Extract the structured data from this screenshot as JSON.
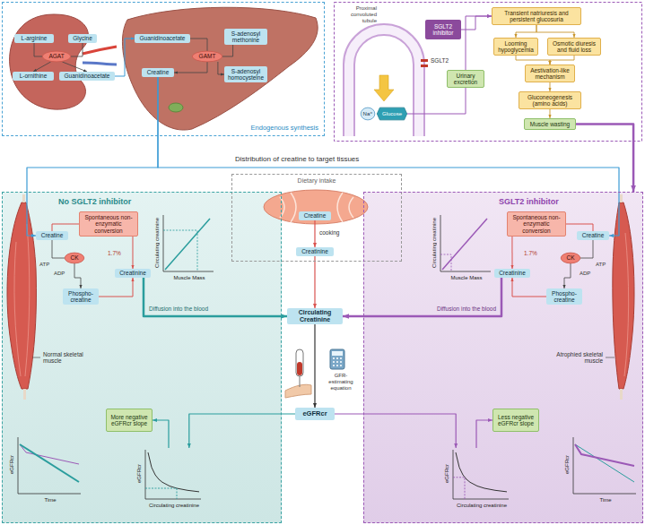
{
  "diagram": {
    "nodes": [
      {
        "text": [
          "Endogenous synthesis"
        ]
      },
      {
        "text": [
          "L-arginine"
        ],
        "in": 0
      },
      {
        "text": [
          "Glycine"
        ],
        "in": 0
      },
      {
        "text": [
          "AGAT"
        ],
        "in": 0
      },
      {
        "text": [
          "L-ornithine"
        ],
        "in": 0
      },
      {
        "text": [
          "Guanidinoacetate"
        ],
        "in": 0
      },
      {
        "text": [
          "Guanidinoacetate"
        ],
        "in": 0
      },
      {
        "text": [
          "S-adenosyl methonine"
        ],
        "in": 0
      },
      {
        "text": [
          "GAMT"
        ],
        "in": 0
      },
      {
        "text": [
          "Creatine"
        ],
        "in": 0
      },
      {
        "text": [
          "S-adenosyl homocysteine"
        ],
        "in": 0
      },
      {
        "text": [
          "SGLT2 inhibitor"
        ]
      },
      {
        "text": [
          "Na⁺"
        ]
      },
      {
        "text": [
          "Glucose"
        ]
      },
      {
        "text": [
          "Urinary excretion"
        ]
      },
      {
        "text": [
          "Transient natriuresis and persistent glucosuria"
        ]
      },
      {
        "text": [
          "Looming hypoglycemia"
        ]
      },
      {
        "text": [
          "Osmotic diuresis and fluid loss"
        ]
      },
      {
        "text": [
          "Aestivation-like mechanism"
        ]
      },
      {
        "text": [
          "Gluconeogenesis (amino acids)"
        ]
      },
      {
        "text": [
          "Muscle wasting"
        ]
      },
      {
        "text": [
          "Dietary intake"
        ]
      },
      {
        "text": [
          "Creatine"
        ],
        "in": 21
      },
      {
        "text": [
          "Creatinine"
        ],
        "in": 21
      },
      {
        "text": [
          "No SGLT2 inhibitor"
        ]
      },
      {
        "text": [
          "Spontaneous non-enzymatic conversion"
        ],
        "in": 24
      },
      {
        "text": [
          "Creatine"
        ],
        "in": 24
      },
      {
        "text": [
          "CK"
        ],
        "in": 24
      },
      {
        "text": [
          "Creatinine"
        ],
        "in": 24
      },
      {
        "text": [
          "Phospho-creatine"
        ],
        "in": 24
      },
      {
        "text": [
          "Circulating creatinine",
          "Muscle Mass"
        ],
        "in": 24
      },
      {
        "text": [
          "eGFRcr",
          "Time"
        ],
        "in": 24
      },
      {
        "text": [
          "More negative eGFRcr slope"
        ],
        "in": 24
      },
      {
        "text": [
          "eGFRcr",
          "Circulating creatinine"
        ],
        "in": 24
      },
      {
        "text": [
          "SGLT2 inhibitor"
        ]
      },
      {
        "text": [
          "Spontaneous non-enzymatic conversion"
        ],
        "in": 34
      },
      {
        "text": [
          "Creatine"
        ],
        "in": 34
      },
      {
        "text": [
          "CK"
        ],
        "in": 34
      },
      {
        "text": [
          "Creatinine"
        ],
        "in": 34
      },
      {
        "text": [
          "Phospho-creatine"
        ],
        "in": 34
      },
      {
        "text": [
          "Circulating creatinine",
          "Muscle Mass"
        ],
        "in": 34
      },
      {
        "text": [
          "Less negative eGFRcr slope"
        ],
        "in": 34
      },
      {
        "text": [
          "eGFRcr",
          "Circulating creatinine"
        ],
        "in": 34
      },
      {
        "text": [
          "eGFRcr",
          "Time"
        ],
        "in": 34
      },
      {
        "text": [
          "Circulating Creatinine"
        ]
      },
      {
        "text": [
          "eGFRcr"
        ]
      }
    ],
    "edges": [
      {
        "from": 1,
        "to": 3,
        "arrow": "none"
      },
      {
        "from": 2,
        "to": 3,
        "arrow": "none"
      },
      {
        "from": 3,
        "to": 4,
        "arrow": "to"
      },
      {
        "from": 3,
        "to": 5,
        "arrow": "to"
      },
      {
        "from": 5,
        "to": 6,
        "arrow": "to"
      },
      {
        "from": 6,
        "to": 8,
        "arrow": "none"
      },
      {
        "from": 7,
        "to": 8,
        "arrow": "none"
      },
      {
        "from": 8,
        "to": 9,
        "arrow": "to"
      },
      {
        "from": 8,
        "to": 10,
        "arrow": "to"
      },
      {
        "from": 9,
        "to": 26,
        "arrow": "to"
      },
      {
        "from": 9,
        "to": 36,
        "arrow": "to"
      },
      {
        "from": 11,
        "to": 15,
        "arrow": "to"
      },
      {
        "from": 13,
        "to": 14,
        "arrow": "none"
      },
      {
        "from": 14,
        "to": 15,
        "arrow": "to"
      },
      {
        "from": 15,
        "to": 16,
        "arrow": "to"
      },
      {
        "from": 15,
        "to": 17,
        "arrow": "to"
      },
      {
        "from": 16,
        "to": 18,
        "arrow": "to"
      },
      {
        "from": 17,
        "to": 18,
        "arrow": "to"
      },
      {
        "from": 18,
        "to": 19,
        "arrow": "to"
      },
      {
        "from": 19,
        "to": 20,
        "arrow": "to"
      },
      {
        "from": 20,
        "to": 34,
        "arrow": "to"
      },
      {
        "from": 22,
        "to": 23,
        "label": "cooking",
        "arrow": "to"
      },
      {
        "from": 23,
        "to": 44,
        "arrow": "to"
      },
      {
        "from": 26,
        "to": 25,
        "arrow": "none"
      },
      {
        "from": 25,
        "to": 28,
        "arrow": "to"
      },
      {
        "from": 26,
        "to": 27,
        "arrow": "none"
      },
      {
        "from": 27,
        "to": 29,
        "arrow": "to"
      },
      {
        "from": 29,
        "to": 28,
        "arrow": "to"
      },
      {
        "from": 28,
        "to": 44,
        "label": "Diffusion into the blood",
        "arrow": "to"
      },
      {
        "from": 36,
        "to": 35,
        "arrow": "none"
      },
      {
        "from": 35,
        "to": 38,
        "arrow": "to"
      },
      {
        "from": 36,
        "to": 37,
        "arrow": "none"
      },
      {
        "from": 37,
        "to": 39,
        "arrow": "to"
      },
      {
        "from": 39,
        "to": 38,
        "arrow": "to"
      },
      {
        "from": 38,
        "to": 44,
        "label": "Diffusion into the blood",
        "arrow": "to"
      },
      {
        "from": 44,
        "to": 45,
        "arrow": "to"
      },
      {
        "from": 45,
        "to": 33,
        "arrow": "to"
      },
      {
        "from": 33,
        "to": 32,
        "arrow": "to"
      },
      {
        "from": 45,
        "to": 42,
        "arrow": "to"
      },
      {
        "from": 42,
        "to": 41,
        "arrow": "to"
      }
    ],
    "labels": [
      "Proximal convoluted tubule",
      "SGLT2",
      "Distribution of creatine to target tissues",
      "ATP",
      "ADP",
      "1.7%",
      "Normal skeletal muscle",
      "ATP",
      "ADP",
      "1.7%",
      "Atrophied skeletal muscle",
      "GFR-estimating equation"
    ]
  }
}
